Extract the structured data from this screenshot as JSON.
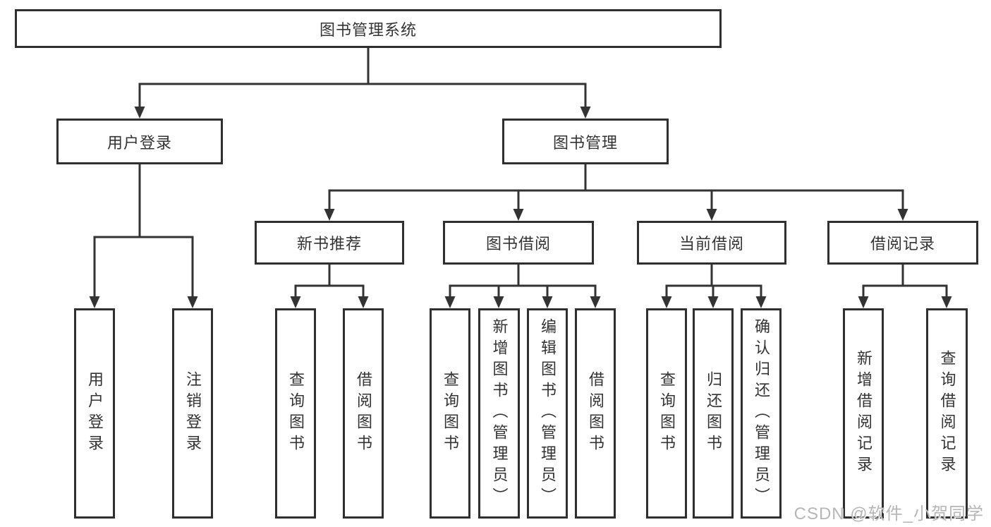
{
  "colors": {
    "line": "#333333",
    "box_border": "#2f2f2f",
    "box_background": "#ffffff",
    "text": "#333333",
    "watermark": "#b6b6b6"
  },
  "diagram": {
    "root": {
      "label": "图书管理系统"
    },
    "branches": [
      {
        "label": "用户登录"
      },
      {
        "label": "图书管理"
      }
    ],
    "modules": [
      {
        "label": "新书推荐"
      },
      {
        "label": "图书借阅"
      },
      {
        "label": "当前借阅"
      },
      {
        "label": "借阅记录"
      }
    ],
    "leaves": [
      {
        "label": "用户登录"
      },
      {
        "label": "注销登录"
      },
      {
        "label": "查询图书"
      },
      {
        "label": "借阅图书"
      },
      {
        "label": "查询图书"
      },
      {
        "label": "新增图书（管理员）"
      },
      {
        "label": "编辑图书（管理员）"
      },
      {
        "label": "借阅图书"
      },
      {
        "label": "查询图书"
      },
      {
        "label": "归还图书"
      },
      {
        "label": "确认归还（管理员）"
      },
      {
        "label": "新增借阅记录"
      },
      {
        "label": "查询借阅记录"
      }
    ]
  },
  "watermark": {
    "text": "CSDN @软件_小贺同学"
  }
}
